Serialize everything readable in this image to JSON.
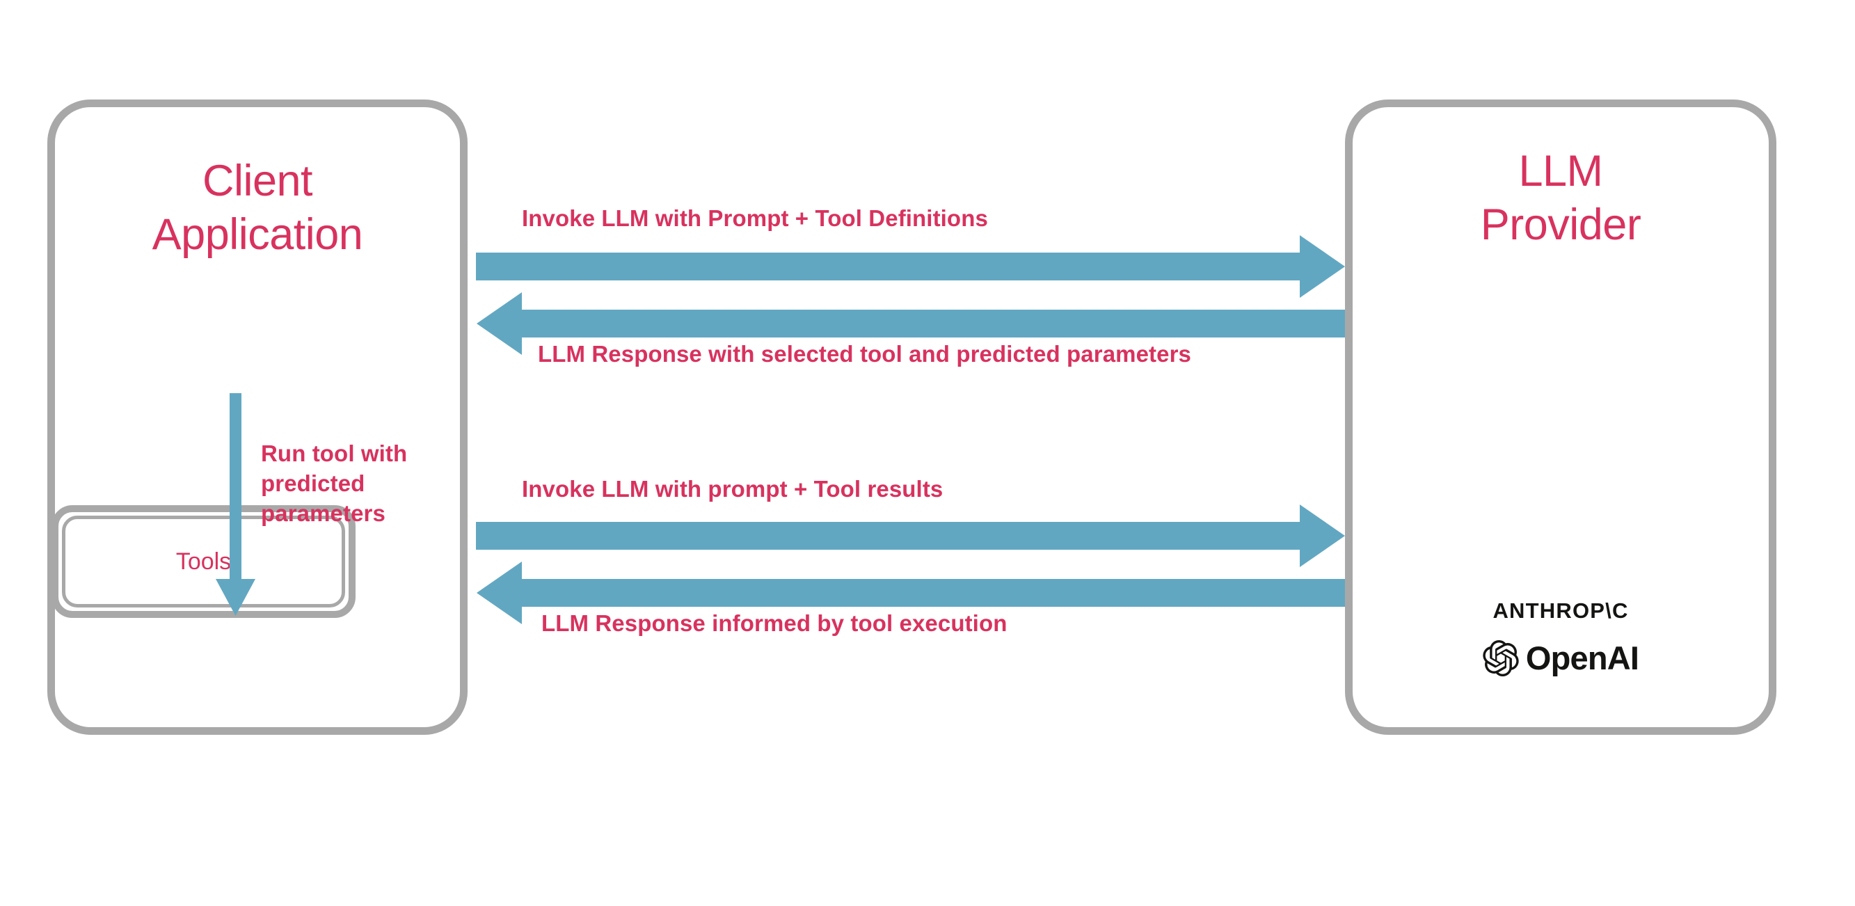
{
  "diagram": {
    "title": "LLM tool-calling interaction flow",
    "background_color": "#ffffff",
    "accent_text_color": "#d8325e",
    "arrow_color": "#62a7c2",
    "box_border_color": "#a8a8a8",
    "logo_color": "#141413"
  },
  "client": {
    "title": "Client\nApplication",
    "tools": {
      "label": "Tools"
    },
    "internal_arrow": {
      "label": "Run tool with predicted parameters",
      "direction": "down",
      "color": "#62a7c2"
    }
  },
  "provider": {
    "title": "LLM\nProvider",
    "logos": [
      {
        "name": "anthropic-logo",
        "text": "ANTHROP\\C"
      },
      {
        "name": "openai-logo",
        "text": "OpenAI"
      }
    ]
  },
  "messages": [
    {
      "id": 1,
      "label": "Invoke LLM with Prompt + Tool Definitions",
      "direction": "right",
      "from": "Client Application",
      "to": "LLM Provider",
      "label_position": "above"
    },
    {
      "id": 2,
      "label": "LLM Response with selected tool and predicted parameters",
      "direction": "left",
      "from": "LLM Provider",
      "to": "Client Application",
      "label_position": "below"
    },
    {
      "id": 3,
      "label": "Invoke LLM with prompt + Tool results",
      "direction": "right",
      "from": "Client Application",
      "to": "LLM Provider",
      "label_position": "above"
    },
    {
      "id": 4,
      "label": "LLM Response informed by tool execution",
      "direction": "left",
      "from": "LLM Provider",
      "to": "Client Application",
      "label_position": "below"
    }
  ]
}
